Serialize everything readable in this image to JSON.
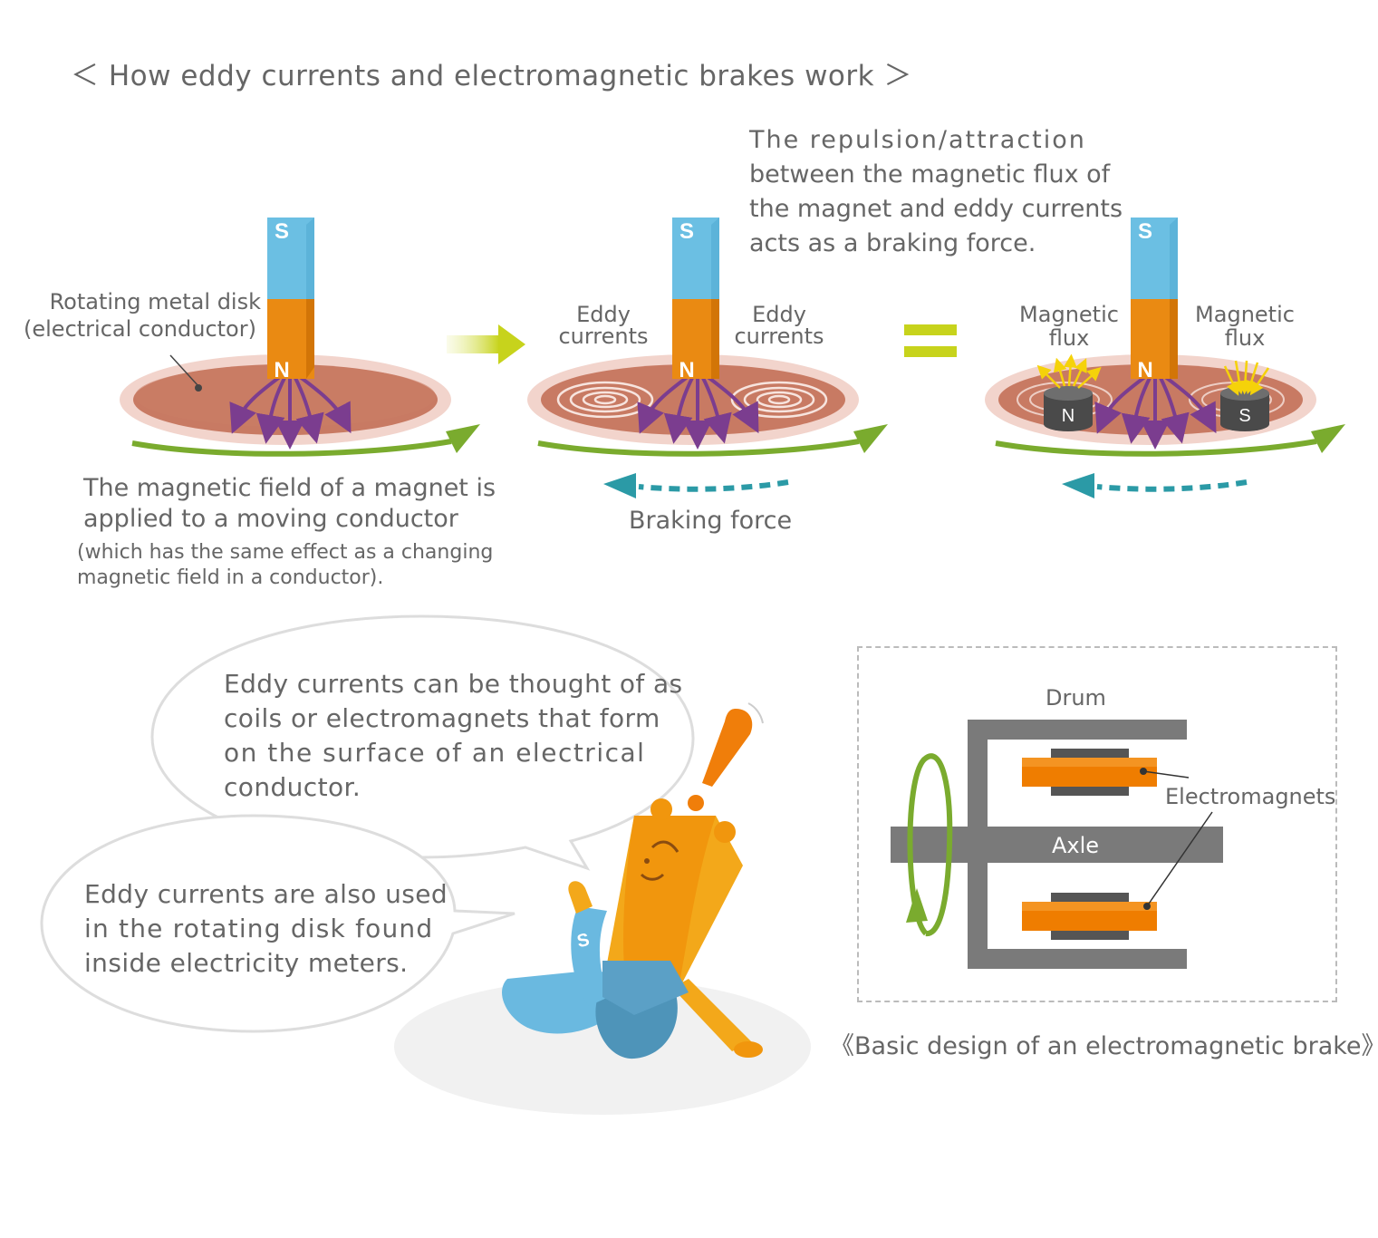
{
  "title": "＜ How eddy currents and electromagnetic brakes work ＞",
  "panel1": {
    "disk_label_line1": "Rotating metal disk",
    "disk_label_line2": "(electrical conductor)",
    "pole_top": "S",
    "pole_bottom": "N",
    "caption_line1": "The magnetic field of a magnet is",
    "caption_line2": "applied to a moving conductor",
    "note_line1": "(which has the same effect as a changing",
    "note_line2": "magnetic field in a conductor)."
  },
  "panel2": {
    "eddy_left_line1": "Eddy",
    "eddy_left_line2": "currents",
    "eddy_right_line1": "Eddy",
    "eddy_right_line2": "currents",
    "pole_top": "S",
    "pole_bottom": "N",
    "braking_label": "Braking force"
  },
  "panel3": {
    "explain_line1": "The repulsion/attraction",
    "explain_line2": "between the magnetic flux of",
    "explain_line3": "the magnet and eddy currents",
    "explain_line4": "acts as a braking force.",
    "flux_left_line1": "Magnetic",
    "flux_left_line2": "flux",
    "flux_right_line1": "Magnetic",
    "flux_right_line2": "flux",
    "pole_top": "S",
    "pole_bottom": "N",
    "small_magnet_left": "N",
    "small_magnet_right": "S"
  },
  "speech1": {
    "line1": "Eddy currents can be thought of as",
    "line2": "coils or electromagnets that form",
    "line3": "on the surface of an electrical",
    "line4": "conductor."
  },
  "speech2": {
    "line1": "Eddy currents are also used",
    "line2": "in the rotating disk found",
    "line3": "inside electricity meters."
  },
  "character": {
    "chest_letter": "S"
  },
  "brake_diagram": {
    "drum_label": "Drum",
    "electromagnets_label": "Electromagnets",
    "axle_label": "Axle",
    "caption": "《Basic design of an electromagnetic brake》"
  },
  "colors": {
    "magnet_blue": "#6bbfe3",
    "magnet_orange": "#ea8a12",
    "disk": "#c87a63",
    "disk_rim": "#f2d4cc",
    "rotation_green": "#7aab2e",
    "braking_teal": "#2b9aa6",
    "field_purple": "#7b3d8f",
    "equals_lime": "#c7d31c",
    "brake_gray": "#7a7a7a"
  }
}
